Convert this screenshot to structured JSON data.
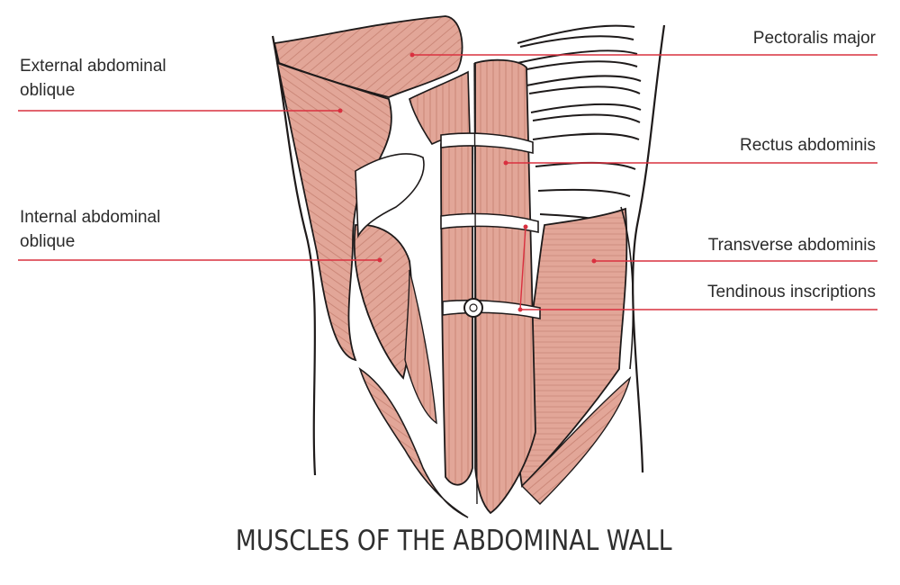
{
  "title": "MUSCLES OF THE ABDOMINAL WALL",
  "colors": {
    "muscle": "#e2a698",
    "muscle_shade": "#c98272",
    "outline": "#1e1a1a",
    "leader_line": "#d9303f",
    "text": "#2b2b2b",
    "background": "#ffffff"
  },
  "labels": {
    "external_oblique": "External abdominal\noblique",
    "internal_oblique": "Internal abdominal\noblique",
    "pectoralis_major": "Pectoralis major",
    "rectus_abdominis": "Rectus abdominis",
    "transverse_abdominis": "Transverse abdominis",
    "tendinous_inscriptions": "Tendinous inscriptions"
  }
}
